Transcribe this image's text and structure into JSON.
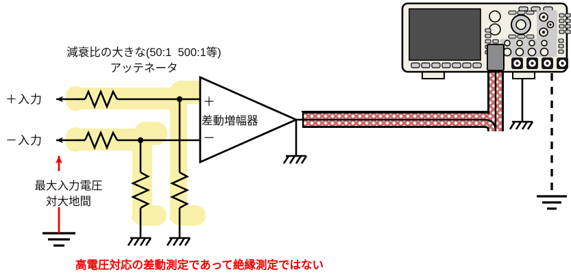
{
  "figure": {
    "title_note": "High-voltage differential measurement with attenuator front end",
    "background_color": "#ffffff"
  },
  "labels": {
    "attenuator_line1": "減衰比の大きな(50:1  500:1等)",
    "attenuator_line2": "アッテネータ",
    "plus_input": "＋入力",
    "minus_input": "－入力",
    "max_voltage_line1": "最大入力電圧",
    "max_voltage_line2": "対大地間",
    "amplifier_plus": "＋",
    "amplifier_name": "差動増幅器",
    "amplifier_minus": "－",
    "warning": "高電圧対応の差動測定であって絶縁測定ではない"
  },
  "colors": {
    "highlight": "#f8f0a8",
    "warning_text": "#ee0000",
    "annotation_arrow": "#ee0000",
    "wire": "#000000",
    "scope_body": "#f2efe4",
    "scope_screen": "#4d4d4d",
    "scope_panel": "#cccccc",
    "cable_shield": "#d98c8c"
  },
  "components": {
    "series_resistor_plus": "resistor",
    "series_resistor_minus": "resistor",
    "shunt_resistor_minus": "resistor",
    "shunt_resistor_plus": "resistor",
    "amplifier": "differential-amplifier-triangle",
    "oscilloscope": "oscilloscope",
    "coax_cable": "shielded-coaxial-cable",
    "earth_ground_left": "earth-ground",
    "earth_ground_right": "earth-ground",
    "chassis_ground_r1": "chassis-ground",
    "chassis_ground_r2": "chassis-ground",
    "chassis_ground_amp": "chassis-ground",
    "chassis_ground_scope": "chassis-ground"
  },
  "oscilloscope": {
    "bezel_buttons_count": 7,
    "bnc_connectors_count": 4,
    "top_buttons_count": 3,
    "keypad_rows": 4,
    "keypad_cols": 3,
    "channel_knob_rows": 2,
    "channel_knob_cols": 4
  }
}
